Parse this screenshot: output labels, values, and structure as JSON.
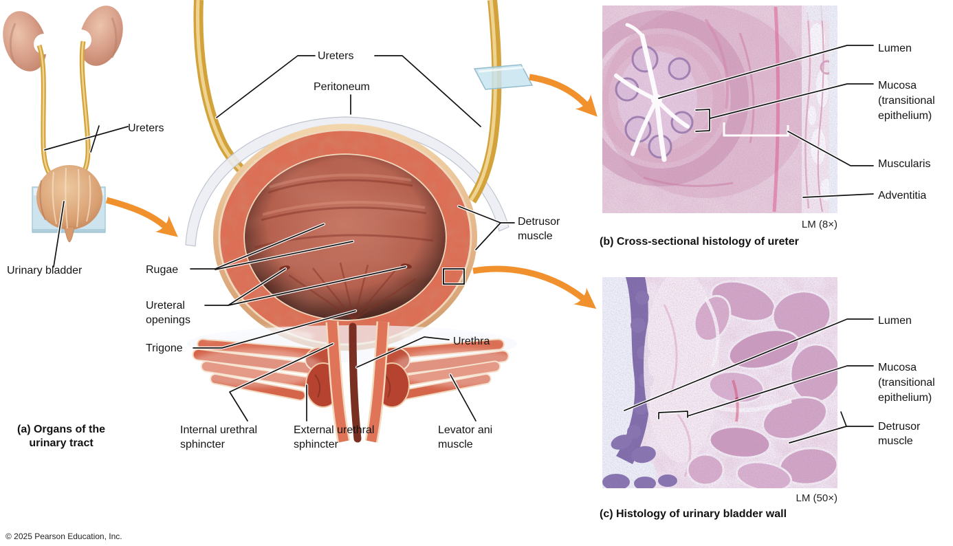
{
  "figure": {
    "type": "anatomy-diagram",
    "subject": "Urinary bladder, ureters and urethra with histology"
  },
  "panel_a": {
    "caption": "(a) Organs of the\nurinary tract",
    "labels": {
      "ureters": "Ureters",
      "urinary_bladder": "Urinary bladder"
    }
  },
  "center_diagram": {
    "labels": {
      "ureters": "Ureters",
      "peritoneum": "Peritoneum",
      "detrusor_muscle": "Detrusor\nmuscle",
      "rugae": "Rugae",
      "ureteral_openings": "Ureteral\nopenings",
      "trigone": "Trigone",
      "urethra": "Urethra",
      "internal_urethral_sphincter": "Internal urethral\nsphincter",
      "external_urethral_sphincter": "External urethral\nsphincter",
      "levator_ani_muscle": "Levator ani\nmuscle"
    }
  },
  "panel_b": {
    "caption": "(b) Cross-sectional histology of ureter",
    "magnification": "LM (8×)",
    "labels": {
      "lumen": "Lumen",
      "mucosa": "Mucosa\n(transitional\nepithelium)",
      "muscularis": "Muscularis",
      "adventitia": "Adventitia"
    }
  },
  "panel_c": {
    "caption": "(c) Histology of urinary bladder wall",
    "magnification": "LM (50×)",
    "labels": {
      "lumen": "Lumen",
      "mucosa": "Mucosa\n(transitional\nepithelium)",
      "detrusor_muscle": "Detrusor\nmuscle"
    }
  },
  "footer": {
    "copyright": "© 2025 Pearson Education, Inc."
  },
  "colors": {
    "arrow_orange": "#F0912D",
    "ureter_gold": "#D3A23B",
    "bladder_wall_red": "#DC6F55",
    "bladder_muscle_tan": "#DCA87C",
    "slide_blue": "#CBE2EC",
    "histology_pink": "#E9CEDC",
    "histology_purple": "#7E6BA8",
    "leader_line": "#121212"
  }
}
